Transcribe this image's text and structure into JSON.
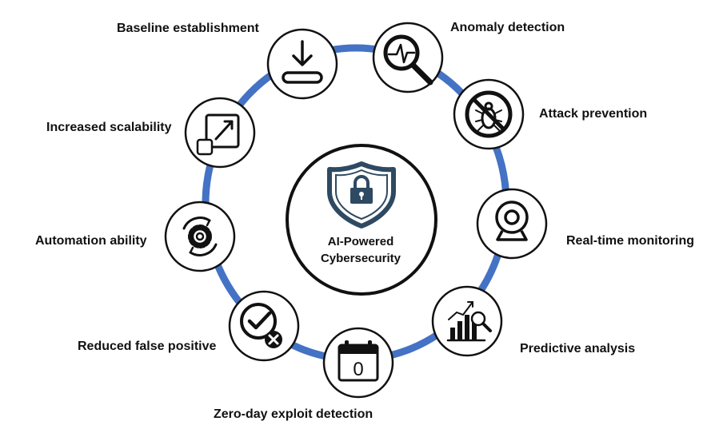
{
  "center": {
    "line1": "AI-Powered",
    "line2": "Cybersecurity",
    "icon": "shield-lock-icon"
  },
  "colors": {
    "ring": "#4472c4",
    "shield": "#2e4a62",
    "outline": "#111111"
  },
  "nodes": [
    {
      "id": "baseline",
      "label": "Baseline establishment",
      "icon": "download-tray-icon"
    },
    {
      "id": "anomaly",
      "label": "Anomaly detection",
      "icon": "magnifier-pulse-icon"
    },
    {
      "id": "attack",
      "label": "Attack prevention",
      "icon": "no-bug-icon"
    },
    {
      "id": "realtime",
      "label": "Real-time monitoring",
      "icon": "webcam-icon"
    },
    {
      "id": "predictive",
      "label": "Predictive analysis",
      "icon": "bar-chart-search-icon"
    },
    {
      "id": "zeroday",
      "label": "Zero-day exploit detection",
      "icon": "calendar-zero-icon"
    },
    {
      "id": "falsepos",
      "label": "Reduced false positive",
      "icon": "check-x-icon"
    },
    {
      "id": "automation",
      "label": "Automation ability",
      "icon": "gear-cycle-icon"
    },
    {
      "id": "scalability",
      "label": "Increased scalability",
      "icon": "scale-arrow-icon"
    }
  ]
}
